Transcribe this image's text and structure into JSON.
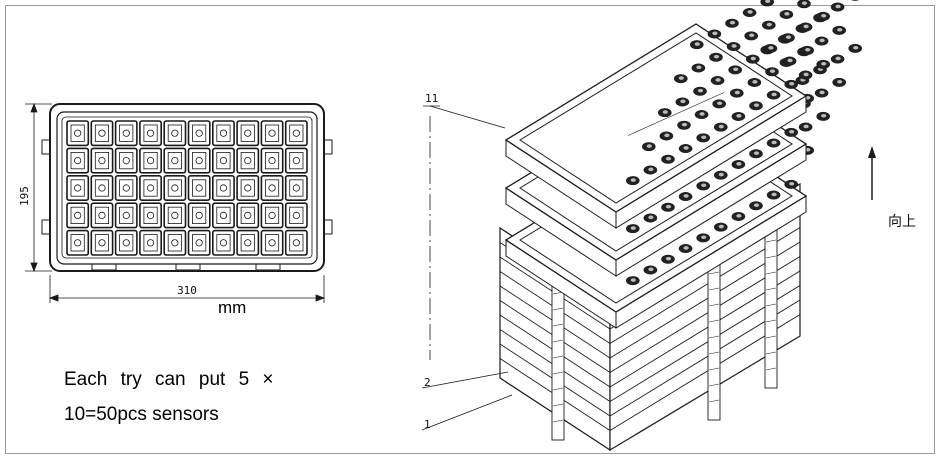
{
  "top_view": {
    "height_dim": "195",
    "width_dim": "310",
    "unit": "mm",
    "rows": 5,
    "cols": 10
  },
  "note": {
    "line1": "Each try can put 5 ×",
    "line2": "10=50pcs sensors"
  },
  "iso_view": {
    "callouts": [
      "11",
      "2",
      "1"
    ],
    "direction_label": "向上",
    "stacked_trays": 11
  },
  "colors": {
    "line": "#1a1a1a",
    "frame": "#9a9a9a"
  }
}
